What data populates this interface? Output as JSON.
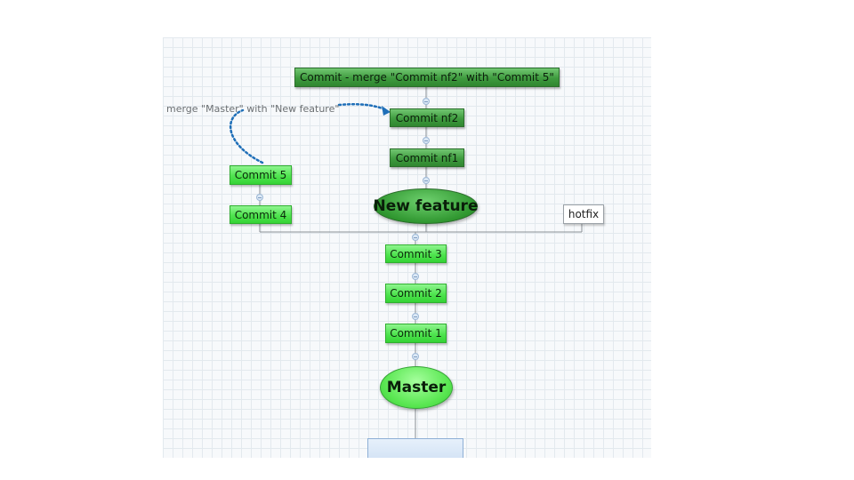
{
  "nodes": {
    "merge_commit": "Commit - merge \"Commit nf2\" with \"Commit 5\"",
    "commit_nf2": "Commit nf2",
    "commit_nf1": "Commit nf1",
    "new_feature": "New feature",
    "commit_5": "Commit 5",
    "commit_4": "Commit 4",
    "hotfix": "hotfix",
    "commit_3": "Commit 3",
    "commit_2": "Commit 2",
    "commit_1": "Commit 1",
    "master": "Master"
  },
  "annotation": {
    "merge_label": "merge \"Master\" with \"New feature\""
  },
  "colors": {
    "light_green": "#4fe44f",
    "dark_green": "#3f9b3f",
    "connector": "#8a8f94",
    "merge_arrow": "#1f6fb8"
  }
}
